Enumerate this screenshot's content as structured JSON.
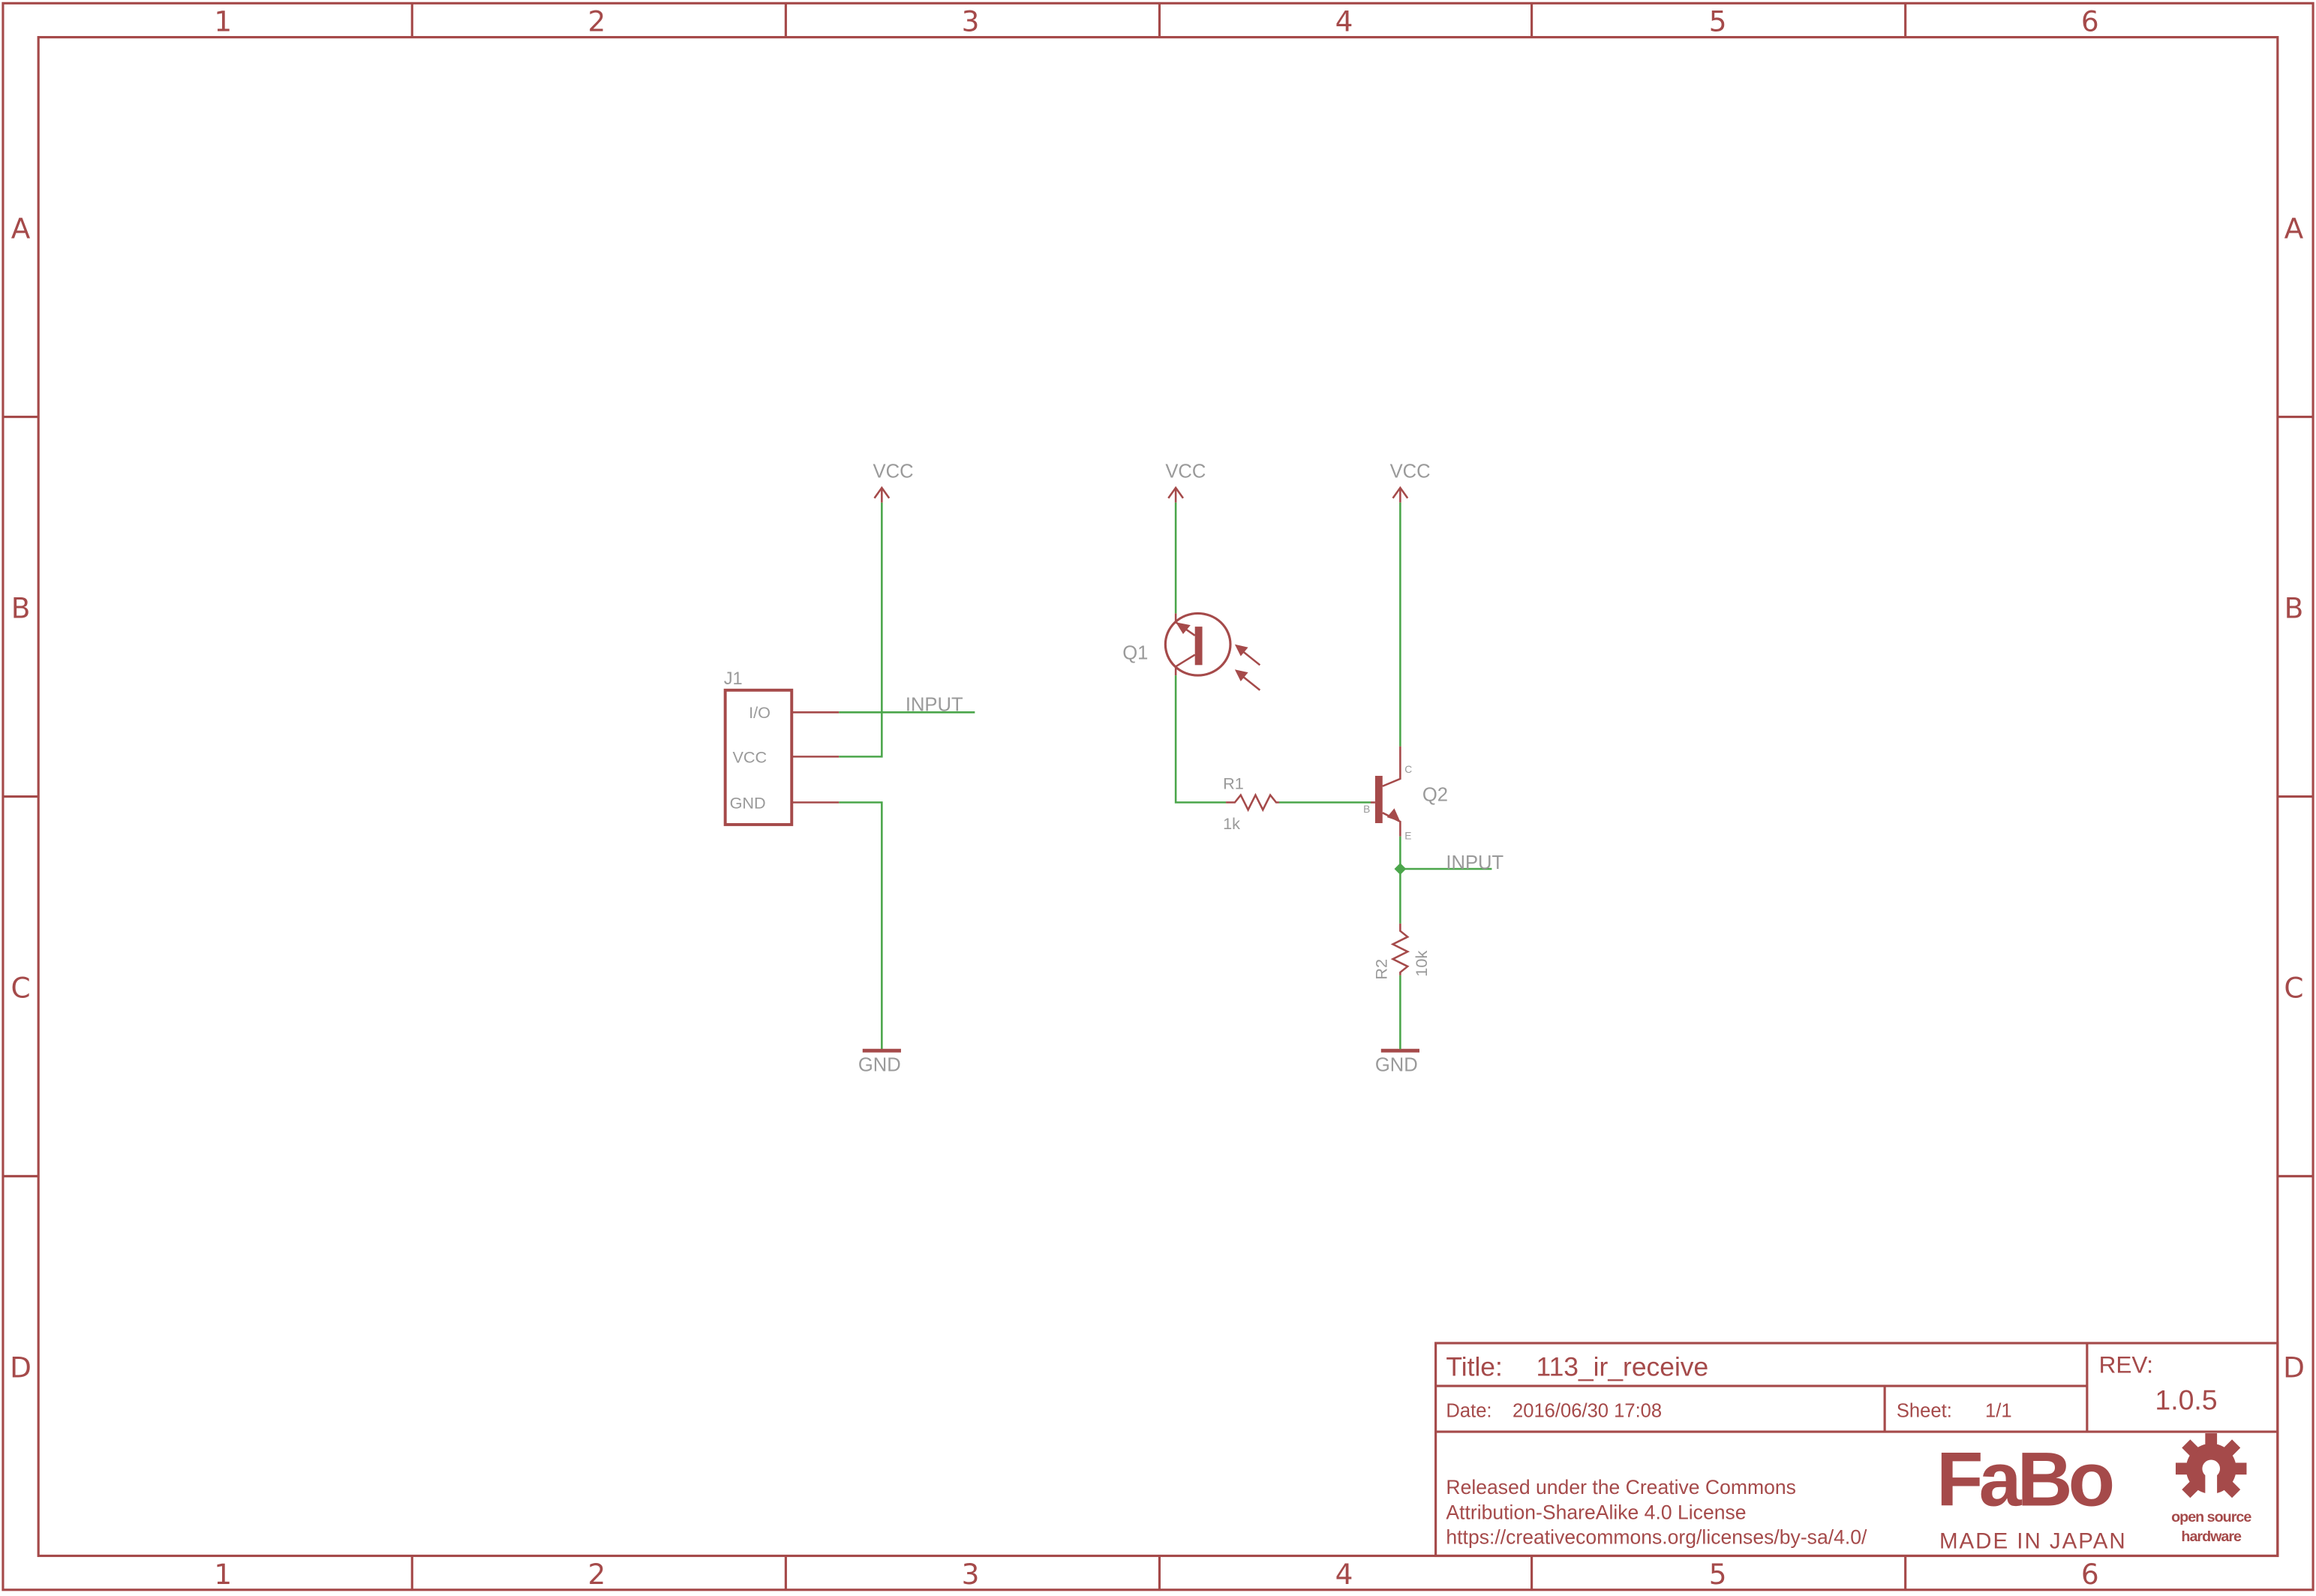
{
  "frame": {
    "columns": [
      "1",
      "2",
      "3",
      "4",
      "5",
      "6"
    ],
    "rows": [
      "A",
      "B",
      "C",
      "D"
    ]
  },
  "schematic": {
    "j1": {
      "ref": "J1",
      "pins": [
        "I/O",
        "VCC",
        "GND"
      ]
    },
    "q1": {
      "ref": "Q1"
    },
    "q2": {
      "ref": "Q2",
      "pin_b": "B",
      "pin_c": "C",
      "pin_e": "E"
    },
    "r1": {
      "ref": "R1",
      "value": "1k"
    },
    "r2": {
      "ref": "R2",
      "value": "10k"
    },
    "supplies": {
      "vcc": "VCC",
      "gnd": "GND"
    },
    "net_input": "INPUT"
  },
  "title_block": {
    "title_label": "Title:",
    "title": "113_ir_receive",
    "date_label": "Date:",
    "date": "2016/06/30 17:08",
    "sheet_label": "Sheet:",
    "sheet": "1/1",
    "rev_label": "REV:",
    "rev": "1.0.5",
    "license": [
      "Released under the Creative Commons",
      "Attribution-ShareAlike 4.0 License",
      "https://creativecommons.org/licenses/by-sa/4.0/"
    ],
    "logo": "FaBo",
    "logo_sub": "MADE IN JAPAN",
    "oshw": [
      "open source",
      "hardware"
    ]
  },
  "colors": {
    "symbol": "#a54a4a",
    "wire": "#4ba64b",
    "label": "#9a9a9a"
  }
}
